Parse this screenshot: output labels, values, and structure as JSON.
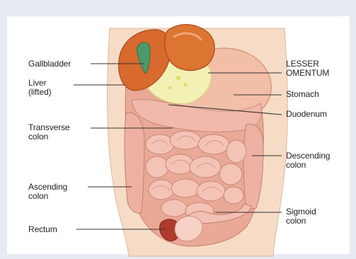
{
  "labels": {
    "gallbladder": "Gallbladder",
    "liver": "Liver\n(lifted)",
    "transverse": "Transverse\ncolon",
    "ascending": "Ascending\ncolon",
    "rectum": "Rectum",
    "lesser_omentum": "LESSER\nOMENTUM",
    "stomach": "Stomach",
    "duodenum": "Duodenum",
    "descending": "Descending\ncolon",
    "sigmoid": "Sigmoid\ncolon"
  },
  "colors": {
    "background": "#e6eaf3",
    "skin": "#f6d9c1",
    "liver": "#d86a2e",
    "intestine": "#eeb2a6",
    "stomach": "#f1bca6",
    "omentum": "#f3f0b4",
    "gallbladder": "#4c9a6b",
    "rectum": "#b03a2c"
  }
}
